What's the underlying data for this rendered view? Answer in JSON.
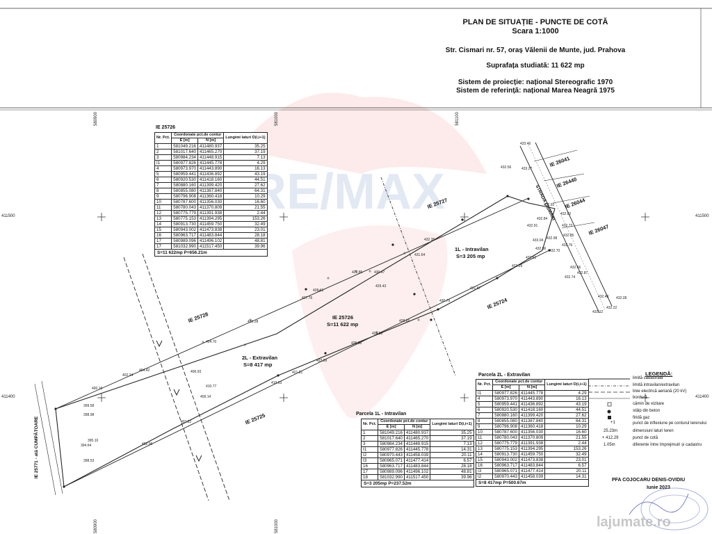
{
  "header": {
    "title": "PLAN DE SITUAȚIE - PUNCTE DE COTĂ",
    "scale": "Scara 1:1000",
    "address": "Str. Cismari nr. 57, oraș Vălenii de Munte, jud. Prahova",
    "surface": "Suprafața studiată: 11 622 mp",
    "projection": "Sistem de proiecție: național Stereografic 1970",
    "reference": "Sistem de referință: național Marea Neagră 1975"
  },
  "grid_labels": {
    "top": [
      "580900",
      "581000",
      "581100"
    ],
    "bottom": [
      "580900",
      "581000"
    ],
    "left_top": "411500",
    "left_bottom": "411400",
    "right_top": "411500",
    "right_bottom": "411400"
  },
  "watermark": {
    "brand": "RE/MAX",
    "site": "lajumate.ro"
  },
  "map_labels": {
    "ie_main": "IE 25726",
    "ie_surface": "S=11 622 mp",
    "ie_25727": "IE 25727",
    "ie_25728": "IE 25728",
    "ie_25724": "IE 25724",
    "ie_25725": "IE 25725",
    "ie_26041": "IE 26041",
    "ie_26440": "IE 26440",
    "ie_26044": "IE 26044",
    "ie_26047": "IE 26047",
    "ie_25771": "IE 25771 - ată CUMPĂTOARE",
    "street": "STRADA CISMARI",
    "parcel_1l": "1L - Intravilan",
    "parcel_1l_s": "S=3 205 mp",
    "parcel_2l": "2L - Extravilan",
    "parcel_2l_s": "S=8 417 mp"
  },
  "point_labels": [
    "432.56",
    "432.35",
    "431.64",
    "430.47",
    "429.85",
    "429.43",
    "428.43",
    "427.76",
    "426.28",
    "424.70",
    "421.81",
    "419.63",
    "410.77",
    "409.14",
    "406.93",
    "404.42",
    "402.24",
    "400.16",
    "399.58",
    "398.98",
    "395.10",
    "394.64",
    "398.53",
    "402.06",
    "407.22",
    "423.89",
    "425.30",
    "426.50",
    "428.65",
    "430.79",
    "431.57",
    "432.29",
    "432.61",
    "432.86",
    "432.66",
    "432.87",
    "432.74",
    "432.12",
    "432.22",
    "432.48",
    "432.28",
    "433.46",
    "433.27",
    "432.82",
    "432.72",
    "432.98",
    "432.76",
    "433.04",
    "432.70",
    "432.85",
    "432.84",
    "432.91",
    "432.92"
  ],
  "table_ie": {
    "title": "IE 25726",
    "headers": [
      "Nr. Pct.",
      "Coordonate pct.de contur",
      "Lungimi laturi D(i,i+1)"
    ],
    "subheaders": [
      "E [m]",
      "N [m]"
    ],
    "rows": [
      [
        "1",
        "581049.216",
        "411480.937",
        "35.25"
      ],
      [
        "2",
        "581017.640",
        "411465.270",
        "37.19"
      ],
      [
        "3",
        "580984.234",
        "411448.915",
        "7.13"
      ],
      [
        "I1",
        "580977.826",
        "411445.778",
        "4.29"
      ],
      [
        "4",
        "580973.970",
        "411443.890",
        "16.13"
      ],
      [
        "5",
        "580959.441",
        "411436.892",
        "43.19"
      ],
      [
        "6",
        "580920.530",
        "411418.160",
        "44.51"
      ],
      [
        "7",
        "580880.160",
        "411399.420",
        "27.62"
      ],
      [
        "8",
        "580855.080",
        "411387.840",
        "64.31"
      ],
      [
        "9",
        "580796.908",
        "411360.418",
        "10.29"
      ],
      [
        "10",
        "580787.600",
        "411356.030",
        "16.60"
      ],
      [
        "11",
        "580780.043",
        "411370.809",
        "21.55"
      ],
      [
        "12",
        "580775.779",
        "411391.938",
        "2.44"
      ],
      [
        "13",
        "580775.153",
        "411394.295",
        "153.26"
      ],
      [
        "14",
        "580913.730",
        "411459.750",
        "32.49"
      ],
      [
        "15",
        "580943.002",
        "411473.838",
        "23.01"
      ],
      [
        "16",
        "580963.717",
        "411483.844",
        "28.18"
      ],
      [
        "17",
        "580989.096",
        "411496.102",
        "48.81"
      ],
      [
        "17",
        "581032.990",
        "411517.450",
        "39.96"
      ]
    ],
    "footer": "S=11 622mp  P=656.21m"
  },
  "table_1l": {
    "title": "Parcela 1L - Intravilan",
    "headers": [
      "Nr. Pct.",
      "Coordonate pct.de contur",
      "Lungimi laturi D(i,i+1)"
    ],
    "subheaders": [
      "E [m]",
      "N [m]"
    ],
    "rows": [
      [
        "1",
        "581049.216",
        "411480.937",
        "35.25"
      ],
      [
        "2",
        "581017.640",
        "411465.270",
        "37.19"
      ],
      [
        "3",
        "580984.234",
        "411448.915",
        "7.13"
      ],
      [
        "I1",
        "580977.826",
        "411445.778",
        "14.31"
      ],
      [
        "I2",
        "580970.443",
        "411458.039",
        "20.11"
      ],
      [
        "I3",
        "580965.071",
        "411477.414",
        "6.57"
      ],
      [
        "16",
        "580963.717",
        "411483.844",
        "28.18"
      ],
      [
        "17",
        "580989.096",
        "411496.102",
        "48.81"
      ],
      [
        "18",
        "581032.990",
        "411517.450",
        "39.96"
      ]
    ],
    "footer": "S=3 205mp  P=237.52m"
  },
  "table_2l": {
    "title": "Parcela 2L - Extravilan",
    "headers": [
      "Nr. Pct.",
      "Coordonate pct.de contur",
      "Lungimi laturi D(i,i+1)"
    ],
    "subheaders": [
      "E [m]",
      "N [m]"
    ],
    "rows": [
      [
        "I1",
        "580977.826",
        "411445.778",
        "4.29"
      ],
      [
        "4",
        "580973.970",
        "411443.890",
        "16.13"
      ],
      [
        "5",
        "580959.441",
        "411436.892",
        "43.19"
      ],
      [
        "6",
        "580920.530",
        "411418.160",
        "44.51"
      ],
      [
        "7",
        "580880.160",
        "411399.420",
        "27.62"
      ],
      [
        "8",
        "580855.080",
        "411387.840",
        "64.31"
      ],
      [
        "9",
        "580796.908",
        "411360.418",
        "10.29"
      ],
      [
        "10",
        "580787.600",
        "411356.030",
        "16.60"
      ],
      [
        "11",
        "580780.043",
        "411370.809",
        "21.55"
      ],
      [
        "12",
        "580775.779",
        "411391.938",
        "2.44"
      ],
      [
        "13",
        "580775.153",
        "411394.295",
        "153.26"
      ],
      [
        "14",
        "580913.730",
        "411459.750",
        "32.49"
      ],
      [
        "15",
        "580943.002",
        "411473.838",
        "23.01"
      ],
      [
        "16",
        "580963.717",
        "411483.844",
        "6.57"
      ],
      [
        "I3",
        "580965.071",
        "411477.414",
        "20.11"
      ],
      [
        "I2",
        "580970.443",
        "411458.039",
        "14.31"
      ]
    ],
    "footer": "S=8 417mp  P=500.67m"
  },
  "legend": {
    "title": "LEGENDĂ:",
    "items": [
      "limită cadastrală",
      "limită intravilan/extravilan",
      "linie electrică aeriană (20 kV)",
      "bordură",
      "cămin de vizitare",
      "stâlp din beton",
      "firidă gaz",
      "punct de inflexiune pe conturul terenului",
      "dimensiuni laturi teren",
      "punct de cotă",
      "diferente între împrejmuiri și cadastru"
    ],
    "symbol_text": [
      "+1",
      "25.23m",
      "+ 412.29",
      "1.05m"
    ]
  },
  "signature": {
    "company": "PFA COJOCARU DENIS-OVIDIU",
    "date": "Iunie 2023"
  }
}
